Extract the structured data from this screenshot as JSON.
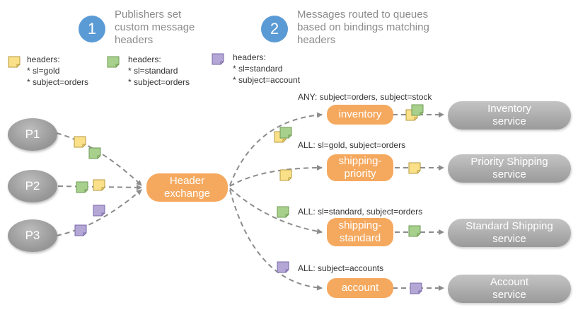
{
  "steps": [
    {
      "number": "1",
      "text": "Publishers set\ncustom message\nheaders"
    },
    {
      "number": "2",
      "text": "Messages routed to queues\nbased on bindings matching\nheaders"
    }
  ],
  "legend": [
    {
      "text": "headers:\n* sl=gold\n* subject=orders",
      "color": "#fbe08a"
    },
    {
      "text": "headers:\n* sl=standard\n* subject=orders",
      "color": "#a8d08d"
    },
    {
      "text": "headers:\n* sl=standard\n* subject=account",
      "color": "#b4a7d6"
    }
  ],
  "publishers": [
    "P1",
    "P2",
    "P3"
  ],
  "exchange": "Header\nexchange",
  "queues": [
    {
      "name": "inventory",
      "binding": "ANY: subject=orders, subject=stock",
      "service": "Inventory\nservice"
    },
    {
      "name": "shipping-\npriority",
      "binding": "ALL: sl=gold, subject=orders",
      "service": "Priority Shipping\nservice"
    },
    {
      "name": "shipping-\nstandard",
      "binding": "ALL: sl=standard, subject=orders",
      "service": "Standard Shipping\nservice"
    },
    {
      "name": "account",
      "binding": "ALL: subject=accounts",
      "service": "Account\nservice"
    }
  ],
  "colors": {
    "gold": "#fbe08a",
    "standard": "#a8d08d",
    "account": "#b4a7d6",
    "orange": "#f5a95f",
    "step": "#5b9bd5"
  }
}
